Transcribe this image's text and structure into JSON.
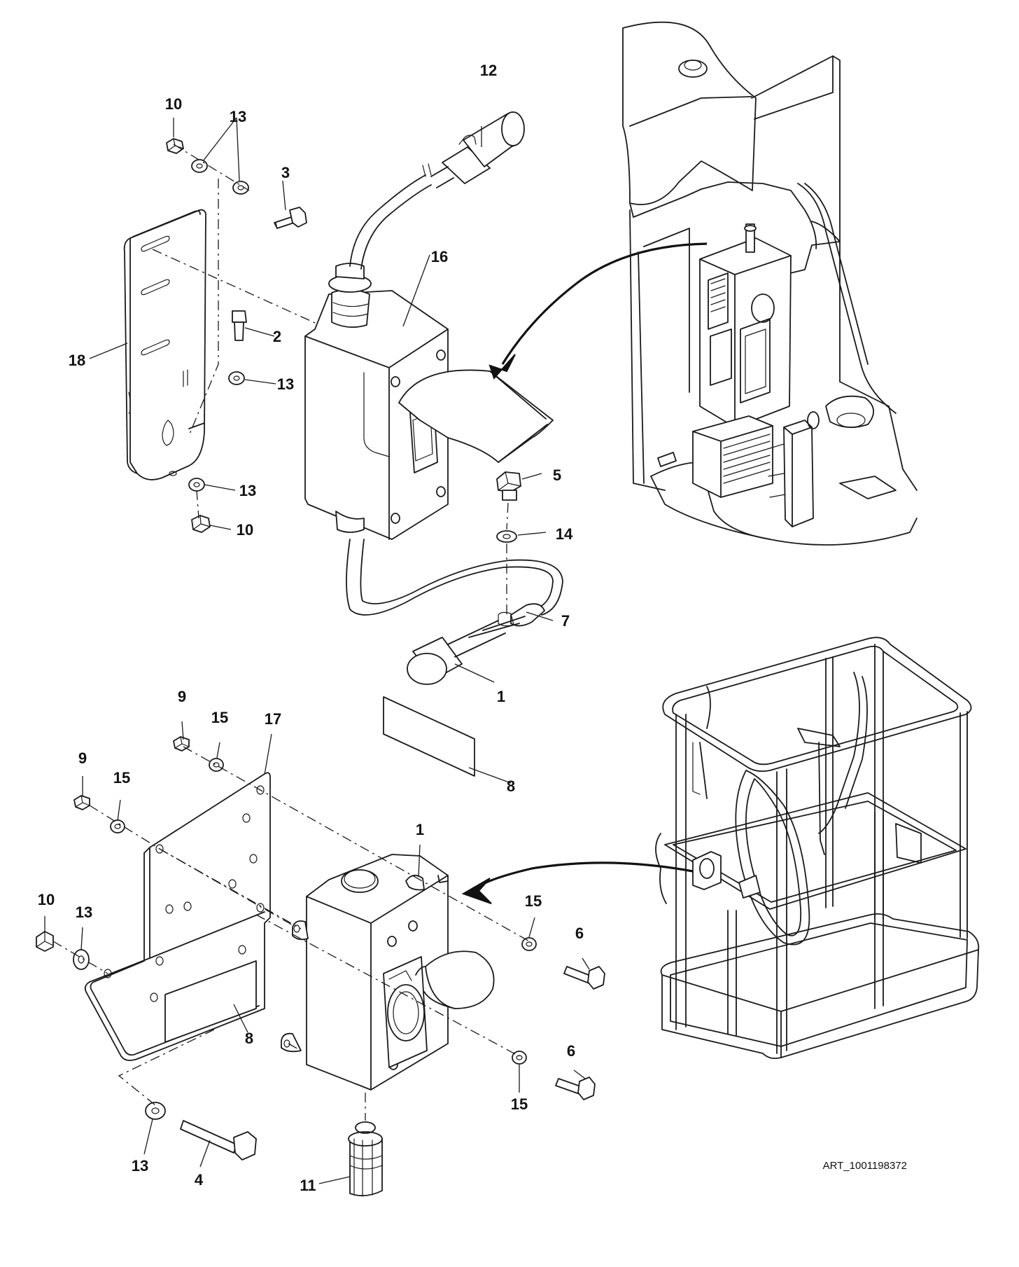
{
  "diagram": {
    "art_number": "ART_1001198372",
    "callouts": {
      "c1_lower": "1",
      "c1_upper": "1",
      "c2": "2",
      "c3": "3",
      "c4": "4",
      "c5": "5",
      "c6_a": "6",
      "c6_b": "6",
      "c7": "7",
      "c8_a": "8",
      "c8_b": "8",
      "c9_a": "9",
      "c9_b": "9",
      "c10_a": "10",
      "c10_b": "10",
      "c10_c": "10",
      "c11": "11",
      "c12": "12",
      "c13_a": "13",
      "c13_b": "13",
      "c13_c": "13",
      "c13_d": "13",
      "c13_e": "13",
      "c14": "14",
      "c15_a": "15",
      "c15_b": "15",
      "c15_c": "15",
      "c15_d": "15",
      "c16": "16",
      "c17": "17",
      "c18": "18"
    }
  }
}
